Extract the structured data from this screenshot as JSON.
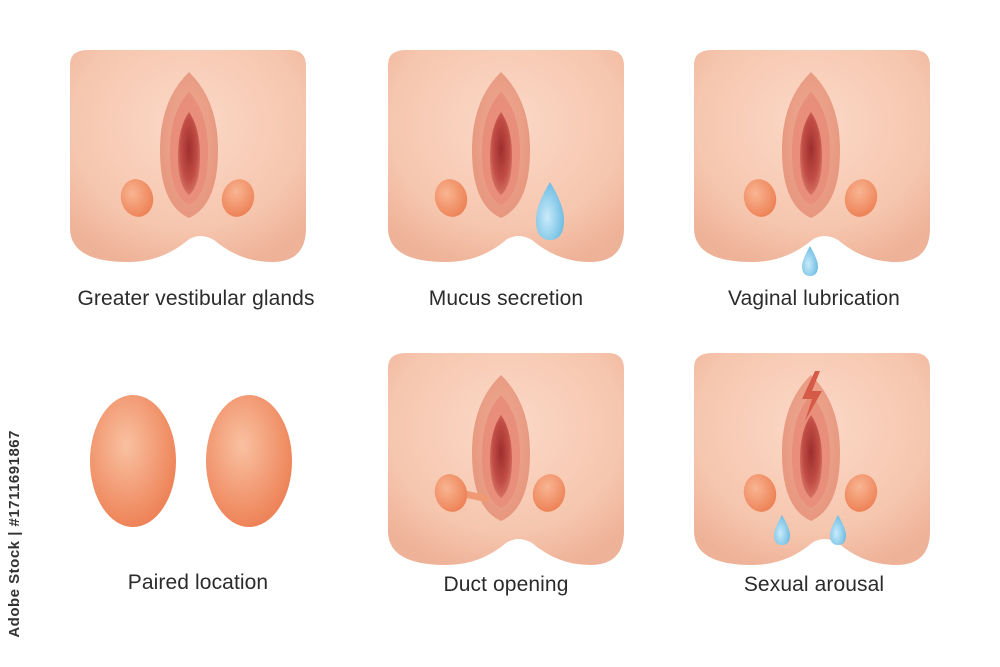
{
  "panels": [
    {
      "label": "Greater vestibular glands",
      "variant": "base"
    },
    {
      "label": "Mucus secretion",
      "variant": "secretion"
    },
    {
      "label": "Vaginal lubrication",
      "variant": "lubrication"
    },
    {
      "label": "Paired location",
      "variant": "paired"
    },
    {
      "label": "Duct opening",
      "variant": "duct"
    },
    {
      "label": "Sexual arousal",
      "variant": "arousal"
    }
  ],
  "watermark": {
    "vertical_text": "Adobe Stock | #1711691867"
  },
  "colors": {
    "skin": "#f6c6ae",
    "labia": "#eea48c",
    "inner": "#c9574d",
    "gland": "#f29066",
    "droplet": "#8fcdec",
    "bolt": "#d65a48",
    "text": "#2b2b2b"
  }
}
